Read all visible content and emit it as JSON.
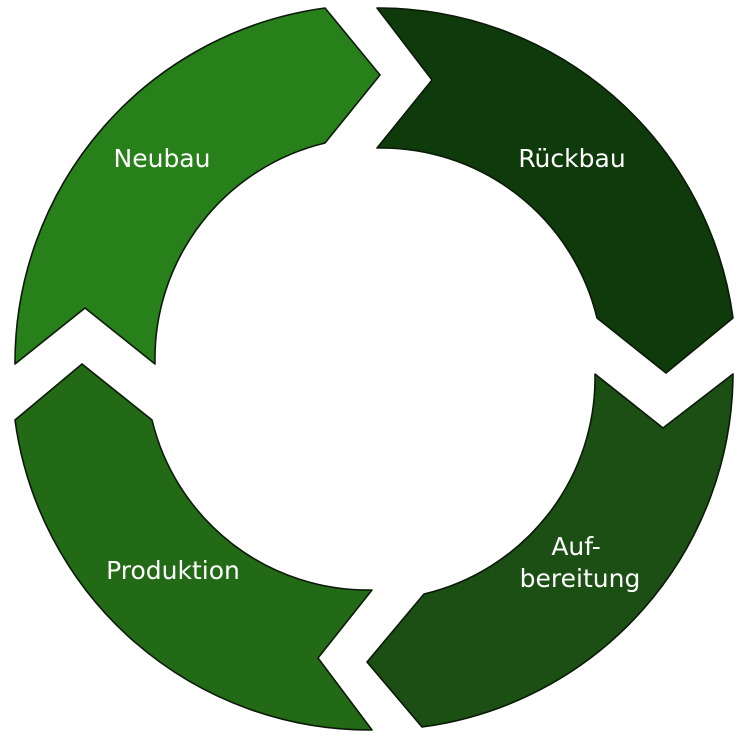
{
  "cycle": {
    "segments": [
      {
        "id": "neubau",
        "label_lines": [
          "Neubau"
        ],
        "color": "#27801a"
      },
      {
        "id": "rueckbau",
        "label_lines": [
          "Rückbau"
        ],
        "color": "#0f3a0b"
      },
      {
        "id": "aufbereitung",
        "label_lines": [
          "Auf-",
          "bereitung"
        ],
        "color": "#1b4f13"
      },
      {
        "id": "produktion",
        "label_lines": [
          "Produktion"
        ],
        "color": "#236a17"
      }
    ]
  }
}
